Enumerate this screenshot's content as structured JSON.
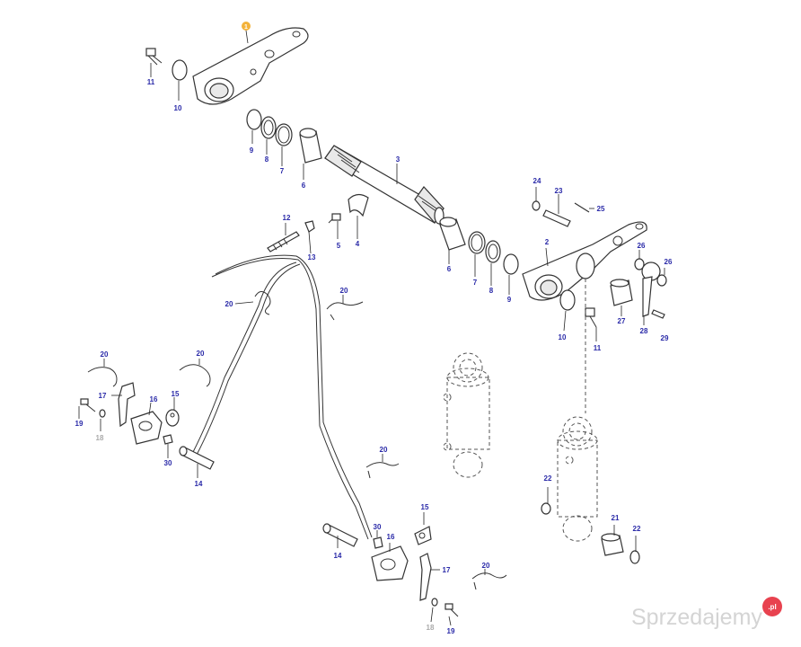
{
  "badge_number": "1",
  "labels": {
    "l11a": "11",
    "l10a": "10",
    "l9a": "9",
    "l8a": "8",
    "l7a": "7",
    "l6a": "6",
    "l3": "3",
    "l4": "4",
    "l5": "5",
    "l12": "12",
    "l13": "13",
    "l6b": "6",
    "l7b": "7",
    "l8b": "8",
    "l9b": "9",
    "l2": "2",
    "l24": "24",
    "l23": "23",
    "l25": "25",
    "l26a": "26",
    "l26b": "26",
    "l27": "27",
    "l28": "28",
    "l29": "29",
    "l10b": "10",
    "l11b": "11",
    "l20a": "20",
    "l20b": "20",
    "l20c": "20",
    "l20d": "20",
    "l20e": "20",
    "l20f": "20",
    "l17a": "17",
    "l16a": "16",
    "l15a": "15",
    "l19a": "19",
    "l18a": "18",
    "l30a": "30",
    "l14a": "14",
    "l22a": "22",
    "l21": "21",
    "l22b": "22",
    "l30b": "30",
    "l14b": "14",
    "l15b": "15",
    "l16b": "16",
    "l17b": "17",
    "l18b": "18",
    "l19b": "19"
  },
  "watermark": {
    "text": "Sprzedajemy",
    "badge": ".pl",
    "badge_color": "#e8424f"
  }
}
